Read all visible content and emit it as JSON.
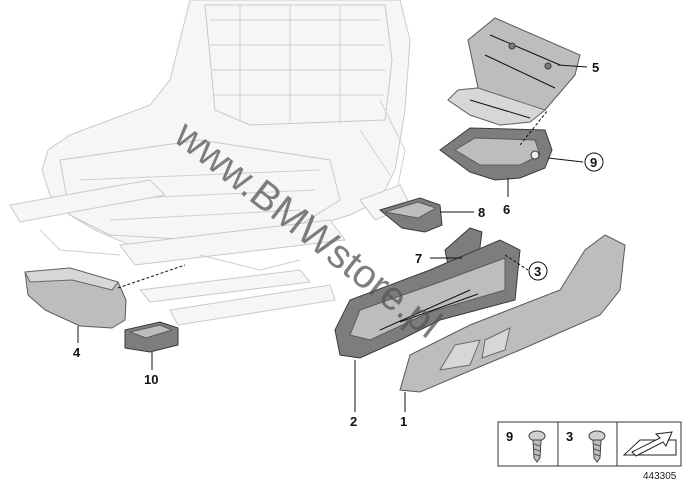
{
  "callouts": [
    {
      "id": "callout-1",
      "label": "1",
      "circled": false
    },
    {
      "id": "callout-2",
      "label": "2",
      "circled": false
    },
    {
      "id": "callout-3",
      "label": "3",
      "circled": true
    },
    {
      "id": "callout-4",
      "label": "4",
      "circled": false
    },
    {
      "id": "callout-5",
      "label": "5",
      "circled": false
    },
    {
      "id": "callout-6",
      "label": "6",
      "circled": false
    },
    {
      "id": "callout-7",
      "label": "7",
      "circled": false
    },
    {
      "id": "callout-8",
      "label": "8",
      "circled": false
    },
    {
      "id": "callout-9",
      "label": "9",
      "circled": true
    },
    {
      "id": "callout-10",
      "label": "10",
      "circled": false
    }
  ],
  "legend": {
    "screw_9": {
      "label": "9",
      "icon": "torx-screw-icon"
    },
    "screw_3": {
      "label": "3",
      "icon": "torx-screw-icon"
    },
    "direction": {
      "icon": "forward-arrow-icon"
    }
  },
  "diagram_id": "443305",
  "watermark": "www.BMWstore.pl",
  "colors": {
    "part": "#bdbdbd",
    "part_dark": "#7d7d7d",
    "ghost": "#f6f6f6",
    "line": "#111111"
  }
}
